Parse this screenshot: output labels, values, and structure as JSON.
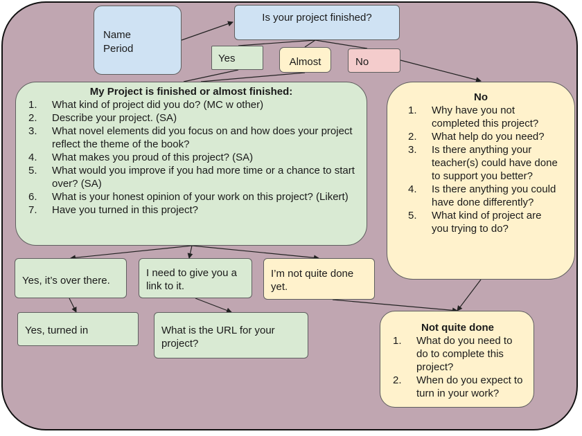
{
  "name_box": {
    "line1": "Name",
    "line2": "Period"
  },
  "question": "Is your project finished?",
  "choices": {
    "yes": "Yes",
    "almost": "Almost",
    "no": "No"
  },
  "finished": {
    "title": "My Project is finished or almost finished:",
    "items": [
      {
        "n": "1.",
        "text": "What kind of project did you do? (MC w other)"
      },
      {
        "n": "2.",
        "text": "Describe your project. (SA)"
      },
      {
        "n": "3.",
        "text": "What novel elements did you focus on and how does your project reflect the theme of the book?"
      },
      {
        "n": "4.",
        "text": "What makes you proud of this project? (SA)"
      },
      {
        "n": "5.",
        "text": "What would you improve if you had more time or a chance to start over? (SA)"
      },
      {
        "n": "6.",
        "text": "What is your honest opinion of your work on this project? (Likert)"
      },
      {
        "n": "7.",
        "text": "Have you turned in this project?"
      }
    ]
  },
  "no_box": {
    "title": "No",
    "items": [
      {
        "n": "1.",
        "text": "Why have you not completed this project?"
      },
      {
        "n": "2.",
        "text": "What help do you need?"
      },
      {
        "n": "3.",
        "text": "Is there anything your teacher(s) could have done to support you better?"
      },
      {
        "n": "4.",
        "text": "Is there anything you could have done differently?"
      },
      {
        "n": "5.",
        "text": "What kind of project are you trying to do?"
      }
    ]
  },
  "answers": {
    "over_there": "Yes, it’s over there.",
    "give_link": "I need to give you a link to it.",
    "not_done": "I’m not quite done yet."
  },
  "turned_in": "Yes, turned in",
  "url_question": "What is the URL for your project?",
  "not_quite": {
    "title": "Not quite done",
    "items": [
      {
        "n": "1.",
        "text": "What do you need to do to complete this project?"
      },
      {
        "n": "2.",
        "text": "When do you expect to turn in your work?"
      }
    ]
  }
}
